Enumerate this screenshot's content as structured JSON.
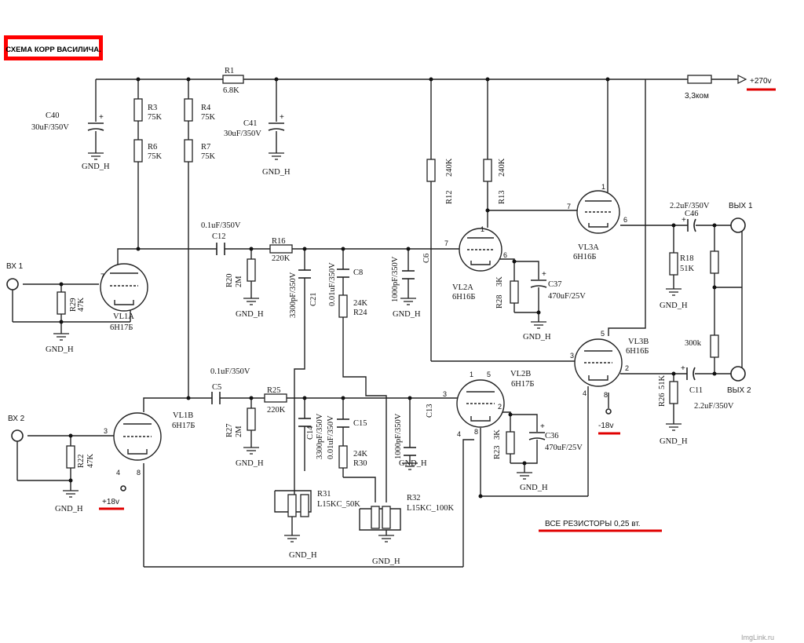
{
  "title": "СХЕМА КОРР ВАСИЛИЧА.",
  "note": "ВСЕ РЕЗИСТОРЫ 0,25 вт.",
  "watermark": "ImgLink.ru",
  "colors": {
    "accent_red": "#e00000",
    "wire": "#222222"
  },
  "supplies": {
    "plus270": "+270v",
    "minus18": "-18v",
    "plus18": "+18v",
    "supply_resistor": "3,3ком"
  },
  "ports": {
    "in1": "ВХ 1",
    "in2": "ВХ 2",
    "out1": "ВЫХ 1",
    "out2": "ВЫХ 2"
  },
  "gnd": "GND_H",
  "resistors": {
    "R1": {
      "name": "R1",
      "value": "6.8K"
    },
    "R3": {
      "name": "R3",
      "value": "75K"
    },
    "R4": {
      "name": "R4",
      "value": "75K"
    },
    "R6": {
      "name": "R6",
      "value": "75K"
    },
    "R7": {
      "name": "R7",
      "value": "75K"
    },
    "R12": {
      "name": "R12",
      "value": "240K"
    },
    "R13": {
      "name": "R13",
      "value": "240K"
    },
    "R16": {
      "name": "R16",
      "value": "220K"
    },
    "R18": {
      "name": "R18",
      "value": "51K"
    },
    "R20": {
      "name": "R20",
      "value": "2M"
    },
    "R22": {
      "name": "R22",
      "value": "47K"
    },
    "R23": {
      "name": "R23",
      "value": "3K"
    },
    "R24": {
      "name": "R24",
      "value": "24K"
    },
    "R25": {
      "name": "R25",
      "value": "220K"
    },
    "R26": {
      "name": "R26",
      "value": "51K"
    },
    "R27": {
      "name": "R27",
      "value": "2M"
    },
    "R28": {
      "name": "R28",
      "value": "3K"
    },
    "R29": {
      "name": "R29",
      "value": "47K"
    },
    "R30": {
      "name": "R30",
      "value": "24K"
    },
    "R31": {
      "name": "R31",
      "value": "L15KC_50K"
    },
    "R32": {
      "name": "R32",
      "value": "L15KC_100K"
    },
    "R300k": {
      "value": "300k"
    }
  },
  "capacitors": {
    "C5": {
      "name": "C5",
      "value": "0.1uF/350V"
    },
    "C6": {
      "name": "C6",
      "value": "1000pF/350V"
    },
    "C8": {
      "name": "C8",
      "value": "0.01uF/350V"
    },
    "C11": {
      "name": "C11",
      "value": "2.2uF/350V"
    },
    "C12": {
      "name": "C12",
      "value": "0.1uF/350V"
    },
    "C13": {
      "name": "C13",
      "value": "1000pF/350V"
    },
    "C14": {
      "name": "C14",
      "value": "3300pF/350V"
    },
    "C15": {
      "name": "C15",
      "value": "0.01uF/350V"
    },
    "C21": {
      "name": "C21",
      "value": "3300pF/350V"
    },
    "C36": {
      "name": "C36",
      "value": "470uF/25V"
    },
    "C37": {
      "name": "C37",
      "value": "470uF/25V"
    },
    "C40": {
      "name": "C40",
      "value": "30uF/350V"
    },
    "C41": {
      "name": "C41",
      "value": "30uF/350V"
    },
    "C46": {
      "name": "C46",
      "value": "2.2uF/350V"
    }
  },
  "tubes": {
    "VL1A": {
      "name": "VL1A",
      "type": "6Н17Б"
    },
    "VL1B": {
      "name": "VL1B",
      "type": "6Н17Б"
    },
    "VL2A": {
      "name": "VL2A",
      "type": "6Н16Б"
    },
    "VL2B": {
      "name": "VL2B",
      "type": "6Н17Б"
    },
    "VL3A": {
      "name": "VL3A",
      "type": "6Н16Б"
    },
    "VL3B": {
      "name": "VL3B",
      "type": "6Н16Б"
    }
  },
  "pins": {
    "p1": "1",
    "p2": "2",
    "p3": "3",
    "p4": "4",
    "p5": "5",
    "p6": "6",
    "p7": "7",
    "p8": "8"
  }
}
